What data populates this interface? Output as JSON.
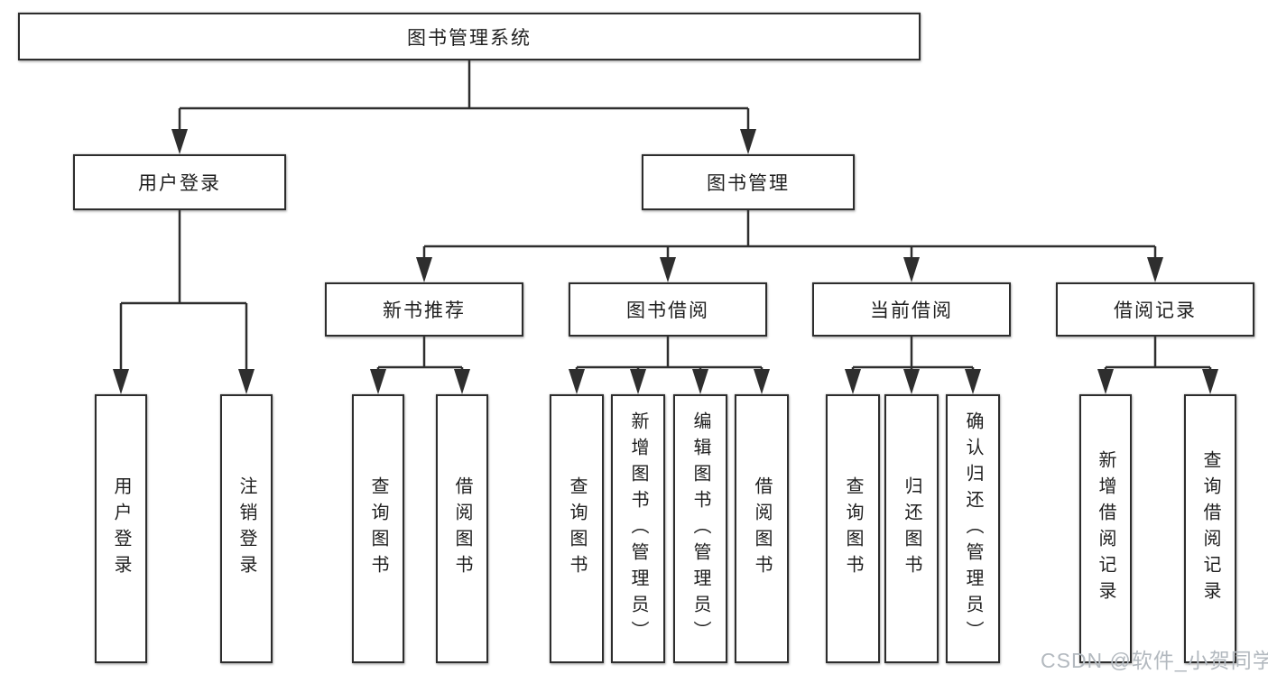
{
  "diagram": {
    "title": "图书管理系统",
    "root": "图书管理系统",
    "level2": [
      "用户登录",
      "图书管理"
    ],
    "level3": [
      "新书推荐",
      "图书借阅",
      "当前借阅",
      "借阅记录"
    ],
    "leaves": {
      "user_login": [
        "用户登录",
        "注销登录"
      ],
      "new_book_rec": [
        "查询图书",
        "借阅图书"
      ],
      "book_borrow": [
        "查询图书",
        "新增图书（管理员）",
        "编辑图书（管理员）",
        "借阅图书"
      ],
      "current_borrow": [
        "查询图书",
        "归还图书",
        "确认归还（管理员）"
      ],
      "borrow_records": [
        "新增借阅记录",
        "查询借阅记录"
      ]
    }
  },
  "colors": {
    "line": "#2e2e2e",
    "box_border": "#2d2d2d",
    "text": "#1f1f1f",
    "background": "#ffffff",
    "watermark": "#b3b9bf"
  },
  "watermark": {
    "text": "CSDN @软件_小贺同学"
  }
}
